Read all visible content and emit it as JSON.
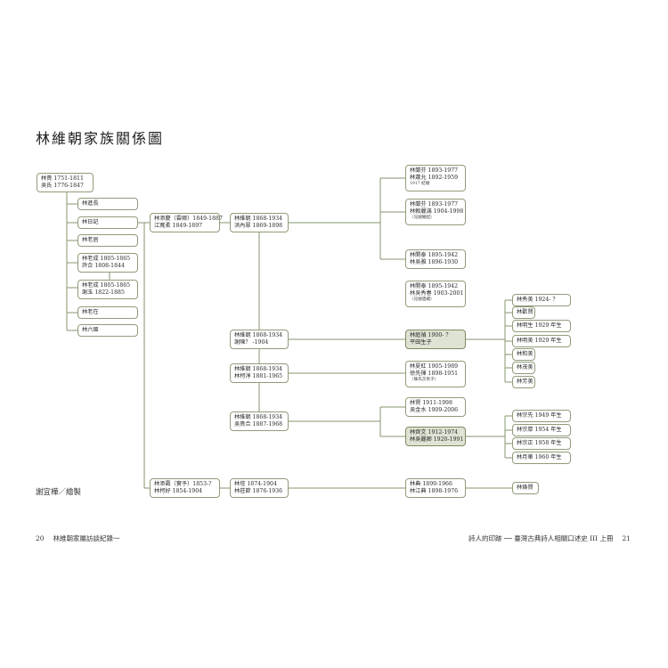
{
  "title": "林維朝家族關係圖",
  "credit": "謝宜樺／繪製",
  "footer": {
    "left_page": "20",
    "left_text": "林維朝家屬訪談紀錄一",
    "right_text": "詩人的印跡 ── 臺灣古典詩人相關口述史 III 上冊",
    "right_page": "21"
  },
  "nodes": {
    "root": {
      "lines": [
        "林貴 1751-1811",
        "吳氏 1776-1847"
      ]
    },
    "c1_lin_jinchang": {
      "lines": [
        "林進長"
      ]
    },
    "c1_lin_riji": {
      "lines": [
        "林日記"
      ]
    },
    "c1_lin_laoshe": {
      "lines": [
        "林老居"
      ]
    },
    "c1_lin_laocheng_a": {
      "lines": [
        "林老成 1805-1865",
        "許合 1808-1844"
      ]
    },
    "c1_lin_laocheng_b": {
      "lines": [
        "林老成 1805-1865",
        "謝玉 1822-1885"
      ]
    },
    "c1_lin_laozai": {
      "lines": [
        "林老在"
      ]
    },
    "c1_lin_liuguo": {
      "lines": [
        "林六國"
      ]
    },
    "g2_lin_tianqing": {
      "lines": [
        "林添慶（雲卿）1849-1887",
        "江寬柔 1849-1897"
      ]
    },
    "g2_lin_tianshou": {
      "lines": [
        "林添壽（實予）1853-?",
        "林柯好 1854-1904"
      ]
    },
    "g3_lin_weichao_a": {
      "lines": [
        "林維朝 1868-1934",
        "洪內翠 1869-1898"
      ]
    },
    "g3_lin_weichao_b": {
      "lines": [
        "林維朝 1868-1934",
        "謝陳？ -1904"
      ]
    },
    "g3_lin_weichao_c": {
      "lines": [
        "林維朝 1868-1934",
        "林柯淳 1881-1965"
      ]
    },
    "g3_lin_weichao_d": {
      "lines": [
        "林維朝 1868-1934",
        "吳貴合 1887-1968"
      ]
    },
    "g3_lin_kai": {
      "lines": [
        "林塏 1874-1904",
        "林莊節 1876-1936"
      ]
    },
    "g4_lin_lanfen_a": {
      "lines": [
        "林蘭芬 1893-1977",
        "林蕭允 1892-1959"
      ],
      "small": "1917 結婚"
    },
    "g4_lin_lanfen_b": {
      "lines": [
        "林蘭芬 1893-1977",
        "林賴麗滿 1904-1998"
      ],
      "small": "（兄嫂繼配）"
    },
    "g4_lin_kaitai_a": {
      "lines": [
        "林開泰 1895-1942",
        "林吳雅 1896-1930"
      ]
    },
    "g4_lin_kaitai_b": {
      "lines": [
        "林開泰 1895-1942",
        "林吳秀春 1903-2001"
      ],
      "small": "（兄嫂遺孀）"
    },
    "g4_lin_tingzhen": {
      "lines": [
        "林庭禎 1900- ？",
        "平田生子"
      ]
    },
    "g4_lin_xiaren": {
      "lines": [
        "林夏紅 1905-1989",
        "徐先揮 1898-1951"
      ],
      "small": "（陳氏次男子）"
    },
    "g4_lin_xian": {
      "lines": [
        "林賢 1911-1998",
        "吳金水 1909-2006"
      ]
    },
    "g4_lin_qiwen": {
      "lines": [
        "林齊文 1912-1974",
        "林吳麗卿 1920-1991"
      ]
    },
    "g4_lin_dian": {
      "lines": [
        "林典 1899-1966",
        "林江典 1898-1976"
      ]
    },
    "g5_lin_xiumei": {
      "lines": [
        "林秀美 1924- ？"
      ]
    },
    "g5_lin_quanxian": {
      "lines": [
        "林歡賢"
      ]
    },
    "g5_lin_mingsheng": {
      "lines": [
        "林明生 1929 年生"
      ]
    },
    "g5_lin_mingmei": {
      "lines": [
        "林明美 1929 年生"
      ]
    },
    "g5_lin_hemei": {
      "lines": [
        "林和美"
      ]
    },
    "g5_lin_maomei": {
      "lines": [
        "林茂美"
      ]
    },
    "g5_lin_fangmei": {
      "lines": [
        "林芳美"
      ]
    },
    "g5_lin_zongxian": {
      "lines": [
        "林宗先 1949 年生"
      ]
    },
    "g5_lin_zonghou": {
      "lines": [
        "林宗厚 1954 年生"
      ]
    },
    "g5_lin_zongzheng": {
      "lines": [
        "林宗正 1958 年生"
      ]
    },
    "g5_lin_yuehua": {
      "lines": [
        "林月華 1960 年生"
      ]
    },
    "g5_lin_huanxian": {
      "lines": [
        "林煥賢"
      ]
    }
  },
  "colors": {
    "line": "#86966f",
    "border": "#8f9c7a",
    "highlight": "#dfe3d3"
  }
}
